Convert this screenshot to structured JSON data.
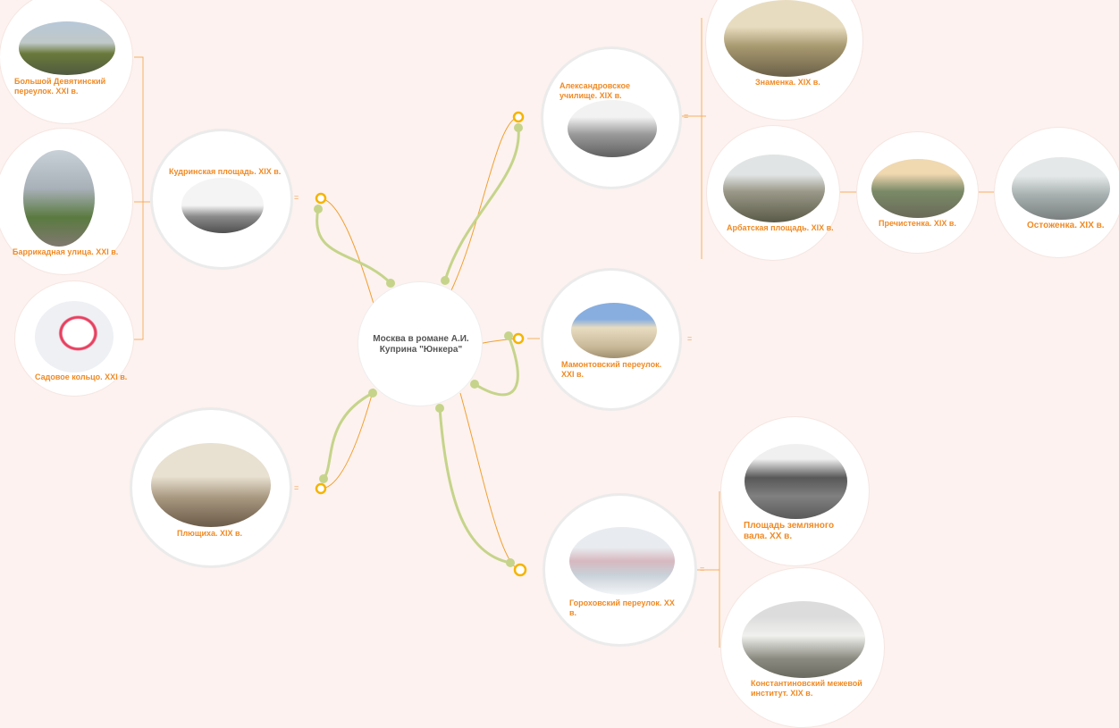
{
  "central": {
    "title": "Москва в романе А.И. Куприна \"Юнкера\""
  },
  "nodes": {
    "kudrinskaya": "Кудринская площадь. XIX в.",
    "bolshoy": "Большой Девятинский переулок. XXI в.",
    "barrikadnaya": "Баррикадная улица. XXI в.",
    "sadovoe": "Садовое кольцо. XXI в.",
    "plyushikha": "Плющиха. XIX в.",
    "aleksandrovskoe": "Александровское училище. XIX в.",
    "znamenka": "Знаменка. XIX в.",
    "arbatskaya": "Арбатская площадь. XIX в.",
    "prechistenka": "Пречистенка. XIX в.",
    "ostozhenka": "Остоженка. XIX в.",
    "mamontovsky": "Мамонтовский переулок. XXI в.",
    "gorokhovsky": "Гороховский переулок. XX в.",
    "zemlyanoy": "Площадь земляного вала. XX в.",
    "konstantinovsky": "Константиновский межевой институт. XIX в."
  },
  "collapse_marker": "=",
  "colors": {
    "background": "#fdf2ef",
    "label": "#f08a24",
    "link": "#f0a030",
    "relation": "#c5d48a"
  }
}
